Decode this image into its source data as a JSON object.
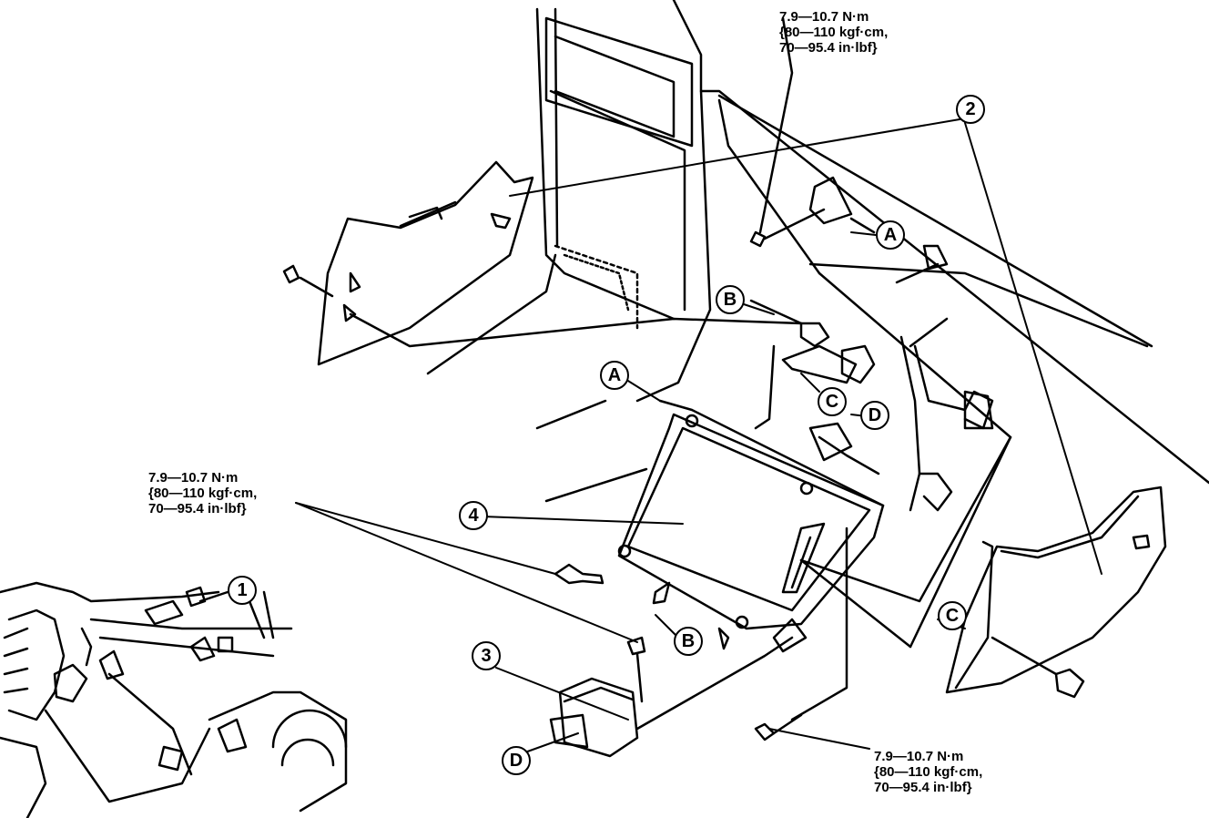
{
  "torque_specs": {
    "top": {
      "line1": "7.9—10.7 N·m",
      "line2": "{80—110 kgf·cm,",
      "line3": "70—95.4 in·lbf}"
    },
    "left": {
      "line1": "7.9—10.7 N·m",
      "line2": "{80—110 kgf·cm,",
      "line3": "70—95.4 in·lbf}"
    },
    "bottom": {
      "line1": "7.9—10.7 N·m",
      "line2": "{80—110 kgf·cm,",
      "line3": "70—95.4 in·lbf}"
    }
  },
  "callouts": {
    "part_1": "1",
    "part_2": "2",
    "part_3": "3",
    "part_4": "4",
    "ref_a": "A",
    "ref_b": "B",
    "ref_c": "C",
    "ref_d": "D"
  },
  "colors": {
    "ink": "#000000",
    "paper": "#ffffff"
  }
}
